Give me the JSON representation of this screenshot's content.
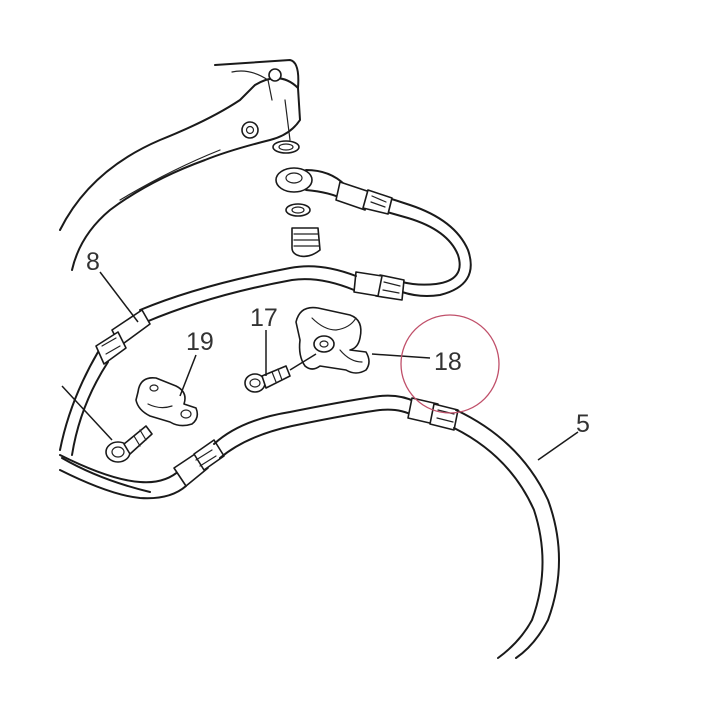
{
  "diagram": {
    "callouts": [
      {
        "id": "c8",
        "label": "8"
      },
      {
        "id": "c17",
        "label": "17"
      },
      {
        "id": "c19",
        "label": "19"
      },
      {
        "id": "c18",
        "label": "18"
      },
      {
        "id": "c5",
        "label": "5"
      }
    ],
    "highlight_color": "#c0506a",
    "line_color": "#1a1a1a"
  }
}
